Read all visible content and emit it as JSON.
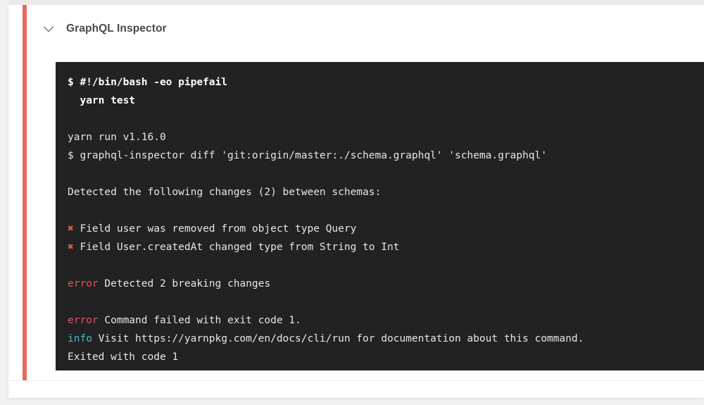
{
  "job": {
    "title": "GraphQL Inspector",
    "toggle_icon": "chevron-down-icon",
    "status_color": "#e8685f"
  },
  "terminal": {
    "background_color": "#222222",
    "error_color": "#e05561",
    "info_color": "#56b6c2",
    "cross_color": "#e8574c",
    "text_color": "#e6e6e6",
    "lines": [
      {
        "id": "l0",
        "type": "bold",
        "text": "$ #!/bin/bash -eo pipefail"
      },
      {
        "id": "l1",
        "type": "bold",
        "text": "  yarn test"
      },
      {
        "id": "l2",
        "type": "blank",
        "text": ""
      },
      {
        "id": "l3",
        "type": "plain",
        "text": "yarn run v1.16.0"
      },
      {
        "id": "l4",
        "type": "plain",
        "text": "$ graphql-inspector diff 'git:origin/master:./schema.graphql' 'schema.graphql'"
      },
      {
        "id": "l5",
        "type": "blank",
        "text": ""
      },
      {
        "id": "l6",
        "type": "plain",
        "text": "Detected the following changes (2) between schemas:"
      },
      {
        "id": "l7",
        "type": "blank",
        "text": ""
      },
      {
        "id": "l8",
        "type": "cross",
        "marker": "✖",
        "text": " Field user was removed from object type Query"
      },
      {
        "id": "l9",
        "type": "cross",
        "marker": "✖",
        "text": " Field User.createdAt changed type from String to Int"
      },
      {
        "id": "l10",
        "type": "blank",
        "text": ""
      },
      {
        "id": "l11",
        "type": "tagged",
        "tag": "error",
        "tag_kind": "error",
        "text": " Detected 2 breaking changes"
      },
      {
        "id": "l12",
        "type": "blank",
        "text": ""
      },
      {
        "id": "l13",
        "type": "tagged",
        "tag": "error",
        "tag_kind": "error",
        "text": " Command failed with exit code 1."
      },
      {
        "id": "l14",
        "type": "tagged",
        "tag": "info",
        "tag_kind": "info",
        "text": " Visit https://yarnpkg.com/en/docs/cli/run for documentation about this command."
      },
      {
        "id": "l15",
        "type": "plain",
        "text": "Exited with code 1"
      }
    ]
  }
}
